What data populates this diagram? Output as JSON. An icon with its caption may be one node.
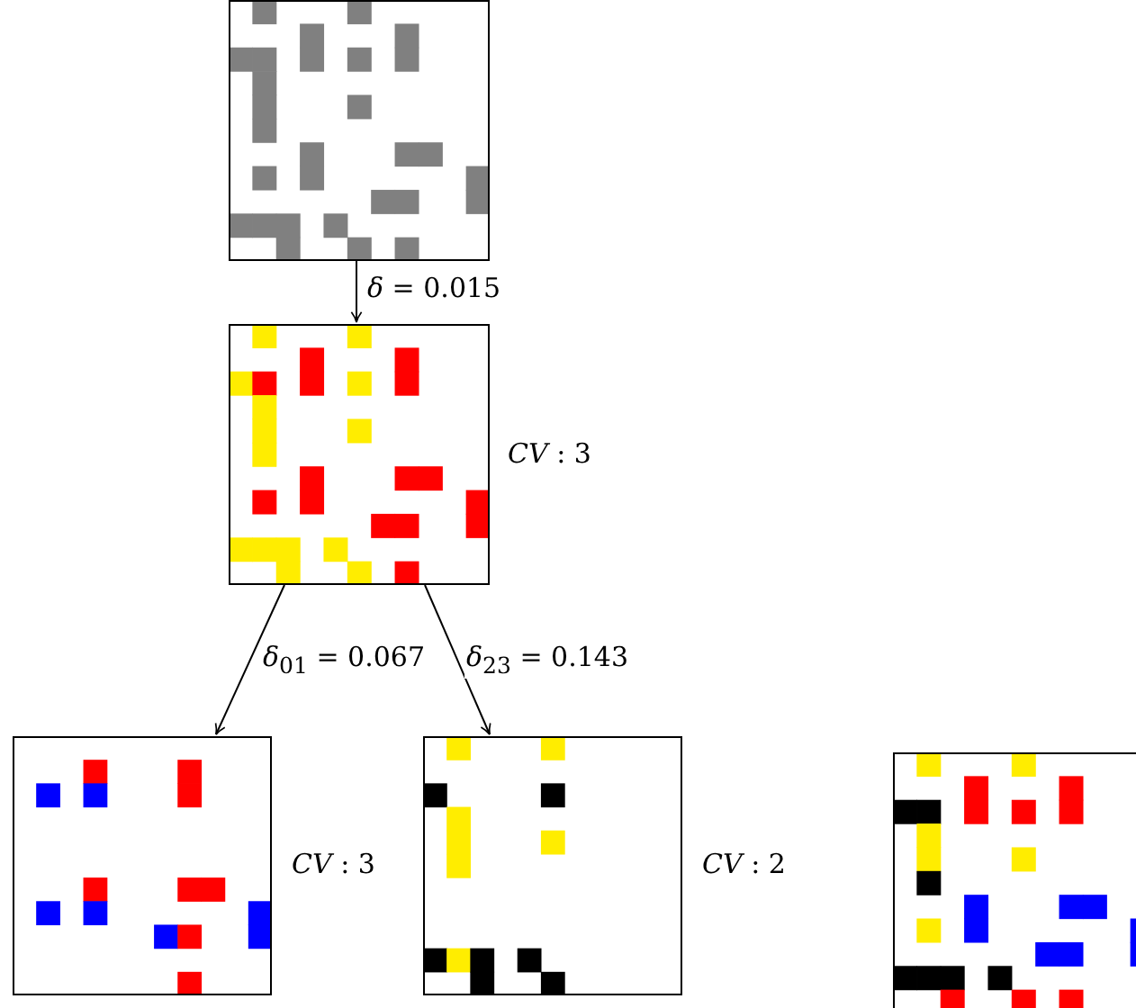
{
  "diagram": {
    "nodes": [
      {
        "text": [],
        "shape": "picture"
      },
      {
        "text": [],
        "shape": "picture",
        "beside": [
          "*CV* : 3"
        ]
      },
      {
        "text": [],
        "shape": "picture",
        "beside": [
          "*CV* : 3"
        ]
      },
      {
        "text": [],
        "shape": "picture",
        "beside": [
          "*CV* : 2"
        ]
      },
      {
        "text": [],
        "shape": "picture"
      }
    ],
    "edges": [
      {
        "from": 0,
        "to": 1,
        "arrow": "to",
        "label": "*δ* = 0.015"
      },
      {
        "from": 1,
        "to": 2,
        "arrow": "to",
        "label": "*δ*$_{01}$ = 0.067"
      },
      {
        "from": 1,
        "to": 3,
        "arrow": "to",
        "label": "*δ*$_{23}$ = 0.143"
      }
    ]
  }
}
